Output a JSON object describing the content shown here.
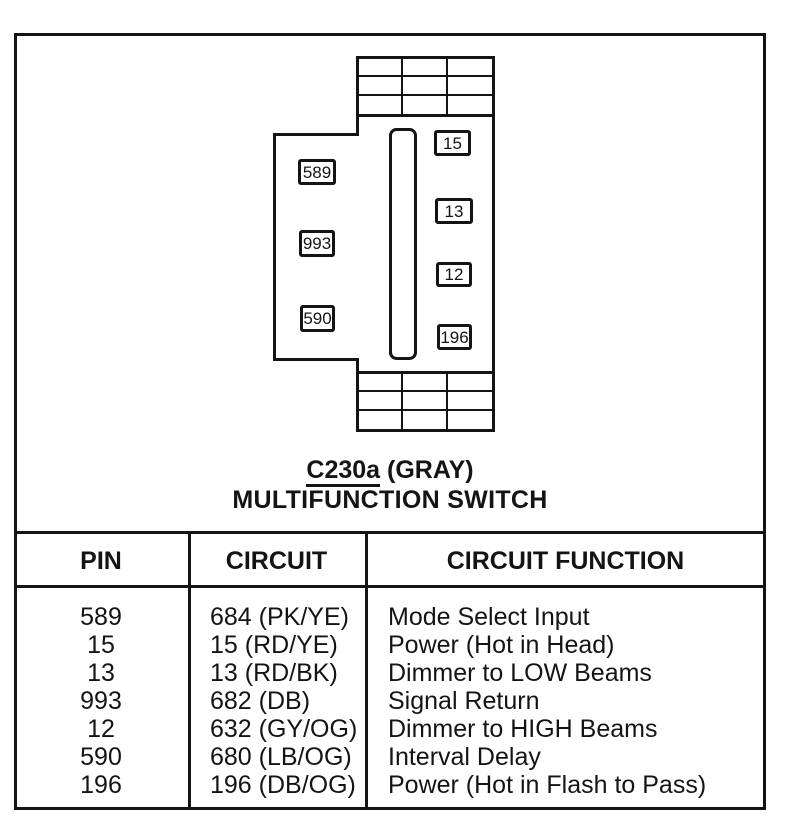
{
  "page": {
    "title_code": "C230a",
    "title_suffix": " (GRAY)",
    "subtitle": "MULTIFUNCTION SWITCH"
  },
  "connector": {
    "left_pins": [
      "589",
      "993",
      "590"
    ],
    "right_pins": [
      "15",
      "13",
      "12",
      "196"
    ]
  },
  "table": {
    "headers": [
      "PIN",
      "CIRCUIT",
      "CIRCUIT FUNCTION"
    ],
    "rows": [
      {
        "pin": "589",
        "circuit": "684 (PK/YE)",
        "function": "Mode Select Input"
      },
      {
        "pin": "15",
        "circuit": "15 (RD/YE)",
        "function": "Power (Hot in Head)"
      },
      {
        "pin": "13",
        "circuit": "13 (RD/BK)",
        "function": "Dimmer to LOW Beams"
      },
      {
        "pin": "993",
        "circuit": "682 (DB)",
        "function": "Signal Return"
      },
      {
        "pin": "12",
        "circuit": "632 (GY/OG)",
        "function": "Dimmer to HIGH Beams"
      },
      {
        "pin": "590",
        "circuit": "680 (LB/OG)",
        "function": "Interval Delay"
      },
      {
        "pin": "196",
        "circuit": "196 (DB/OG)",
        "function": "Power (Hot in Flash to Pass)"
      }
    ]
  },
  "colors": {
    "ink": "#141414",
    "paper": "#ffffff"
  }
}
